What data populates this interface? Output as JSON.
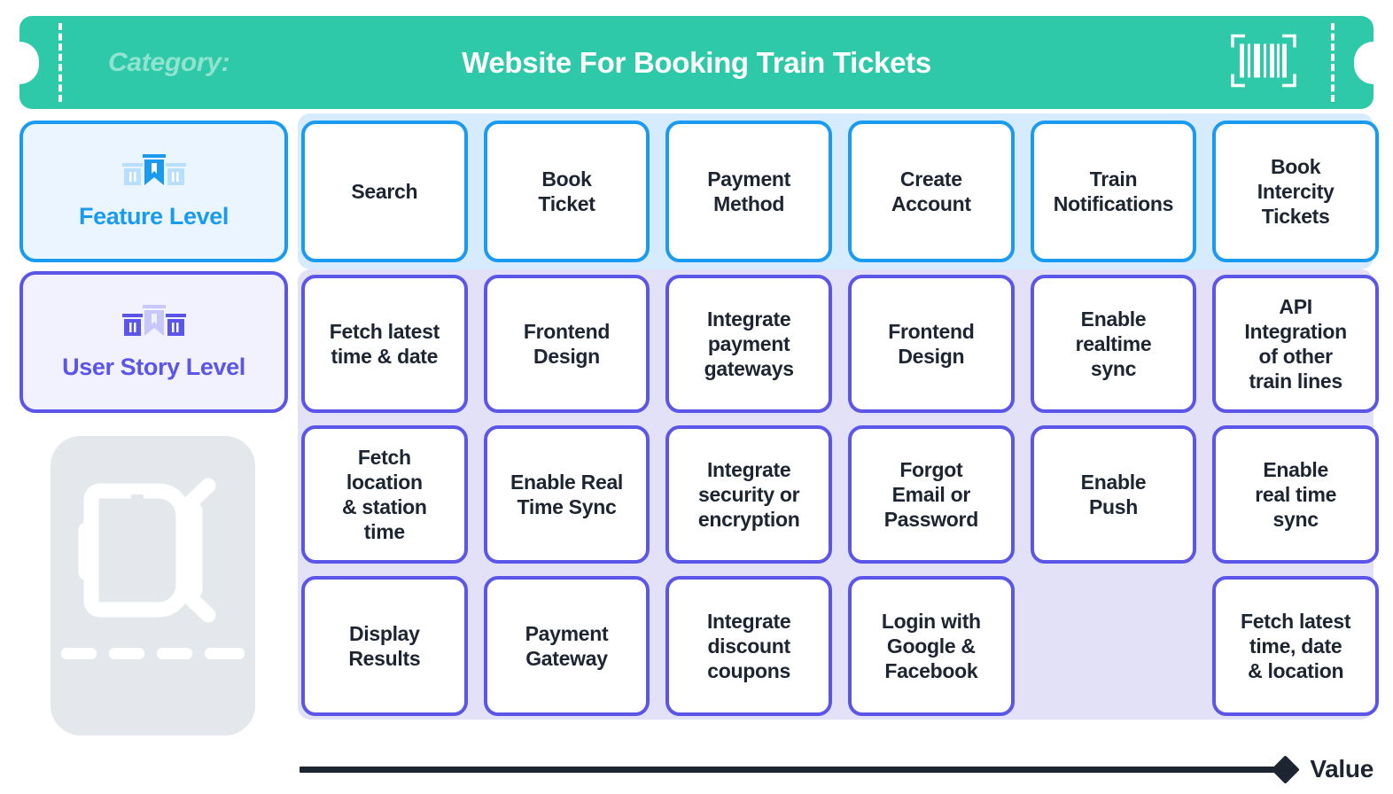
{
  "header": {
    "category_label": "Category:",
    "title": "Website For Booking Train Tickets",
    "barcode_icon": "barcode-icon",
    "background_color": "#2ec9a8"
  },
  "levels": [
    {
      "id": "feature",
      "label": "Feature Level",
      "color": "#1b9bf0",
      "background": "#eaf5ff",
      "icon": "podium-bookmark-icon"
    },
    {
      "id": "user-story",
      "label": "User Story Level",
      "color": "#5b55e8",
      "background": "#f2f1fe",
      "icon": "podium-bookmark-icon"
    }
  ],
  "watermark": {
    "icon": "train-front-icon",
    "color": "#e4e8ec"
  },
  "columns": [
    "Search",
    "Book Ticket",
    "Payment Method",
    "Create Account",
    "Train Notifications",
    "Book Intercity Tickets"
  ],
  "feature_row": [
    "Search",
    "Book\nTicket",
    "Payment\nMethod",
    "Create\nAccount",
    "Train\nNotifications",
    "Book\nIntercity\nTickets"
  ],
  "story_rows": [
    [
      "Fetch latest\ntime & date",
      "Frontend\nDesign",
      "Integrate\npayment\ngateways",
      "Frontend\nDesign",
      "Enable\nrealtime\nsync",
      "API\nIntegration\nof other\ntrain lines"
    ],
    [
      "Fetch\nlocation\n& station\ntime",
      "Enable Real\nTime Sync",
      "Integrate\nsecurity or\nencryption",
      "Forgot\nEmail or\nPassword",
      "Enable\nPush",
      "Enable\nreal time\nsync"
    ],
    [
      "Display\nResults",
      "Payment\nGateway",
      "Integrate\ndiscount\ncoupons",
      "Login with\nGoogle &\nFacebook",
      "",
      "Fetch latest\ntime, date\n& location"
    ]
  ],
  "axis": {
    "label": "Value",
    "marker_icon": "diamond-marker-icon",
    "color": "#1d2533"
  }
}
